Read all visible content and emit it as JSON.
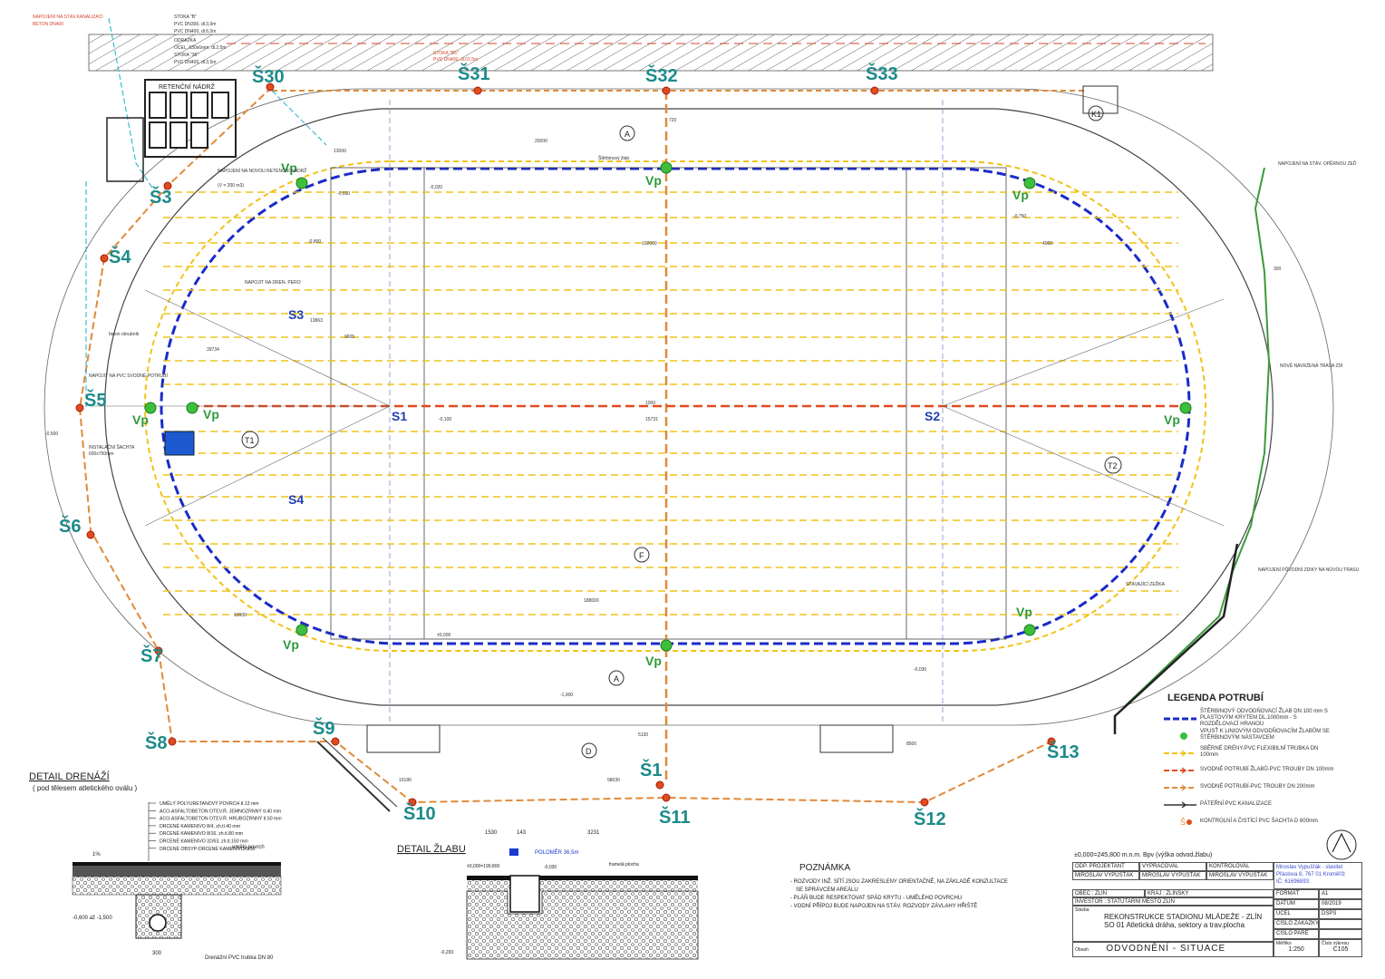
{
  "manholes": [
    "Š30",
    "Š31",
    "Š32",
    "Š33",
    "Š3",
    "Š4",
    "Š5",
    "Š6",
    "Š7",
    "Š8",
    "Š9",
    "Š10",
    "Š11",
    "Š12",
    "Š13",
    "Š1"
  ],
  "vp_label": "Vp",
  "s_labels": [
    "S1",
    "S2",
    "S3",
    "S4"
  ],
  "zones": [
    "A",
    "F",
    "A",
    "D",
    "T1",
    "T2",
    "K1"
  ],
  "retention_title": "RETENČNÍ NÁDRŽ",
  "notes_top": [
    "NAPOJENÍ NA STÁV.KANALIZACI",
    "BETON DN400",
    "STOKA \"B\"",
    "PVC DN300, dl.3,0m",
    "PVC DN400, dl.6,0m",
    "ODRAZKA",
    "OCEL, 630x6mm, dl.2,5m",
    "STOKA \"36\"",
    "PVC DN400, dl.3,5m",
    "STOKA \"B5\"",
    "PVC DN400, dl.01,5m"
  ],
  "annotations": [
    "NAPOJENÍ NA NOVOU RETENČNÍ NÁDRŽ",
    "(V = 200 m3)",
    "beton obrubník",
    "INSTALAČNÍ ŠACHTA",
    "600x750mm",
    "NAPOJIT NA PVC SVODNÉ POTRUBÍ",
    "NAPOJIT NA DREN. PERO",
    "Štěrbinový žlab",
    "NAPOJENÍ NA STÁV. OPĚRNOU ZEĎ",
    "NOVĚ NAVRŽENÁ TRASA ZDI",
    "STÁVAJÍCÍ ZEĎKA",
    "NAPOJENÍ PŮVODNÍ ZDIKY NA NOVOU TRASU"
  ],
  "detail_drain": {
    "title": "DETAIL DRENÁŽÍ",
    "subtitle": "( pod tělesem atletického oválu )",
    "layers": [
      "UMĚLÝ POLYURETANOVÝ POVRCH tl.13 mm",
      "ACO-ASFALTOBETON OTEV.Ř. JEMNOZRNNÝ tl.40 mm",
      "ACO-ASFALTOBETON OTEV.Ř. HRUBOZRNNÝ tl.50 mm",
      "DRCENÉ KAMENIVO 8/4, zh.tl.40 mm",
      "DRCENÉ KAMENIVO 8/16, zh.tl.80 mm",
      "DRCENÉ KAMENIVO 32/63, zh.tl.150 mm",
      "DRCENÉ OBSYP-DRCENÉ KAMENIVO 8/16"
    ],
    "pipe_label": "Drenážní PVC trubka DN 80",
    "slope": "1%",
    "surface": "umělý povrch",
    "level": "-0,600 až -1,500",
    "dim": "300"
  },
  "detail_channel": {
    "title": "DETAIL ŽLABU",
    "dims": [
      "1530",
      "143",
      "3231"
    ],
    "polomer": "POLOMĚR 36,5m",
    "levels": [
      "±0,000=199,800",
      "-0,030",
      "-0,293"
    ],
    "surface": "framelá plocha"
  },
  "poznamka": {
    "title": "POZNÁMKA",
    "lines": [
      "- ROZVODY INŽ. SÍTÍ JSOU ZAKRESLENY ORIENTAČNĚ, NA ZÁKLADĚ KONZULTACE",
      "SE SPRÁVCEM AREÁLU",
      "- PLÁŇ BUDE RESPEKTOVAT SPÁD KRYTU - UMĚLÉHO POVRCHU",
      "- VODNÍ PŘÍPOJ BUDE NAPOJEN NA STÁV. ROZVODY ZÁVLAHY HŘIŠTĚ"
    ]
  },
  "legend": {
    "title": "LEGENDA POTRUBÍ",
    "items": [
      {
        "sym": "blue-dash",
        "text": "ŠTĚRBINOVÝ ODVODŇOVACÍ ŽLAB DN 100 mm S PLASTOVÝM KRYTEM DL.1000mm - S ROZDĚLOVACÍ HRANOU"
      },
      {
        "sym": "green-dot",
        "text": "VPUSŤ K LINIOVÝM ODVODŇOVACÍM ŽLABŮM SE ŠTĚRBINOVÝM NÁSTAVCEM"
      },
      {
        "sym": "yellow",
        "text": "SBĚRNÉ DRÉNY-PVC FLEXIBILNÍ TRUBKA DN 100mm"
      },
      {
        "sym": "red",
        "text": "SVODNÉ POTRUBÍ ŽLABŮ-PVC TROUBY DN 100mm"
      },
      {
        "sym": "orange",
        "text": "SVODNÉ POTRUBÍ-PVC TROUBY DN 200mm"
      },
      {
        "sym": "dark",
        "text": "PÁTEŘNÍ PVC KANALIZACE"
      },
      {
        "sym": "manhole",
        "text": "KONTROLNÍ A ČISTÍCÍ PVC ŠACHTA D 600mm"
      }
    ],
    "colors": {
      "blue": "#1a2bc8",
      "green": "#3cbf3c",
      "yellow": "#f0c21a",
      "red": "#e24a1c",
      "orange": "#e08a3a",
      "dark": "#333333",
      "teal": "#1d8a8a"
    }
  },
  "title_block": {
    "datum_line": "±0,000=245,800 m.n.m. Bpv (výška odvod.žlabu)",
    "roles": [
      "ODP. PROJEKTANT",
      "VYPRACOVAL",
      "KONTROLOVAL"
    ],
    "names": [
      "MIROSLAV VYPUŠŤÁK",
      "MIROSLAV VYPUŠŤÁK",
      "MIROSLAV VYPUŠŤÁK"
    ],
    "company": [
      "Miroslav Vypušťák - stavitel",
      "Přáslova 8, 767 01 Kroměříž",
      "IČ: 61696893"
    ],
    "obec": "OBEC : ZLÍN",
    "kraj": "KRAJ : ZLÍNSKÝ",
    "investor": "INVESTOR : STATUTÁRNÍ MĚSTO ZLÍN",
    "stavba": "Stavba",
    "project": "REKONSTRUKCE STADIONU MLÁDEŽE - ZLÍN",
    "object": "SO 01 Atletická dráha, sektory a trav.plocha",
    "obsah": "Obsah",
    "drawing": "ODVODNĚNÍ - SITUACE",
    "fields": [
      [
        "FORMÁT",
        "A1"
      ],
      [
        "DATUM",
        "08/2019"
      ],
      [
        "ÚČEL",
        "DSPS"
      ],
      [
        "ČÍSLO ZAKÁZKY",
        ""
      ],
      [
        "ČÍSLO PARÉ",
        ""
      ]
    ],
    "scale_label": "Měřítko",
    "scale": "1:250",
    "no_label": "Číslo výkresu",
    "no": "C105"
  },
  "dims": [
    "20000",
    "13000",
    "102000",
    "188000",
    "9605",
    "15731",
    "39734",
    "13863",
    "10000",
    "58030",
    "10180",
    "8500",
    "4000",
    "720",
    "1000",
    "5130",
    "300"
  ],
  "levels": [
    "-0,600",
    "-0,800",
    "-0,020",
    "±0,000",
    "-0,100",
    "-1,900",
    "-0,500",
    "-0,750",
    "-0,030"
  ]
}
